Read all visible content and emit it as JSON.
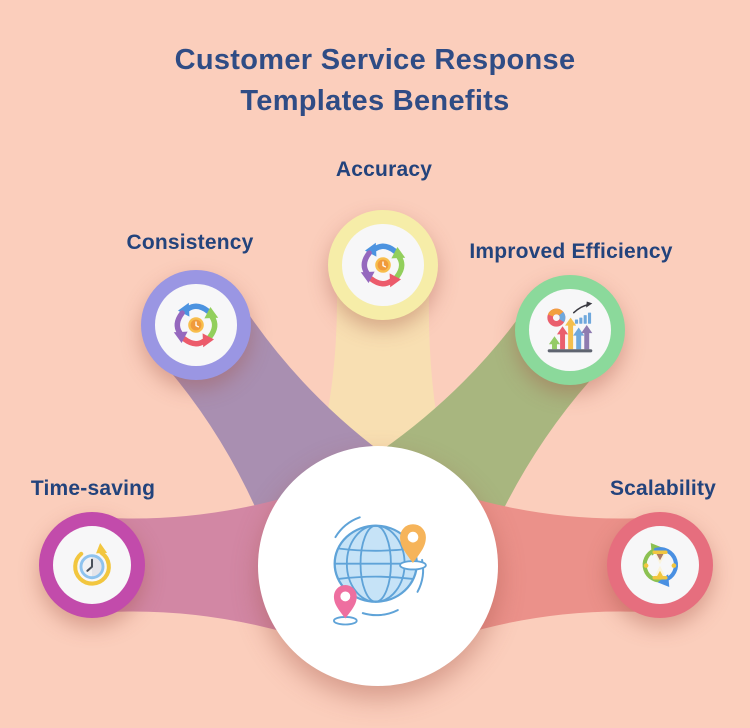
{
  "title": {
    "line1": "Customer Service Response",
    "line2": "Templates Benefits",
    "color": "#2F4C85"
  },
  "background_color": "#FBCEBC",
  "label_color": "#23437C",
  "center": {
    "icon": "globe-location-pins-icon",
    "bg_color": "#FFFFFF",
    "globe_colors": {
      "fill": "#C6E3F7",
      "stroke": "#5FA3D8",
      "pin_orange": "#F6B45A",
      "pin_pink": "#EE6FA0"
    }
  },
  "nodes": [
    {
      "id": "accuracy",
      "label": "Accuracy",
      "ring_color": "#F6EDA8",
      "band_color": "#F8DFB2",
      "icon": "cycle-arrows-clock-icon"
    },
    {
      "id": "consistency",
      "label": "Consistency",
      "ring_color": "#9A96E3",
      "band_color": "#A98FB1",
      "icon": "cycle-arrows-clock-icon"
    },
    {
      "id": "efficiency",
      "label": "Improved Efficiency",
      "ring_color": "#8BD99B",
      "band_color": "#A8B67F",
      "icon": "growth-chart-icon"
    },
    {
      "id": "timesaving",
      "label": "Time-saving",
      "ring_color": "#C24BAB",
      "band_color": "#D287A4",
      "icon": "clock-refresh-icon"
    },
    {
      "id": "scalability",
      "label": "Scalability",
      "ring_color": "#E66E7E",
      "band_color": "#EB918A",
      "icon": "hourglass-sync-icon"
    }
  ]
}
